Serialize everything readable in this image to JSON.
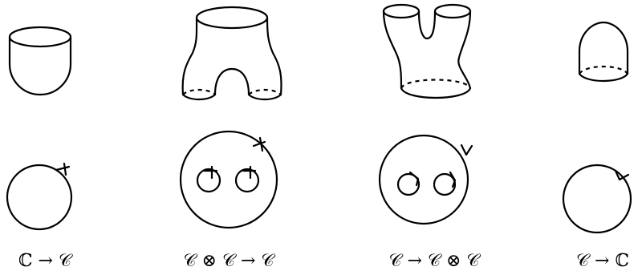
{
  "captions": [
    "ℂ → 𝒞",
    "𝒞 ⊗ 𝒞 → 𝒞",
    "𝒞 → 𝒞 ⊗ 𝒞",
    "𝒞 → ℂ"
  ]
}
